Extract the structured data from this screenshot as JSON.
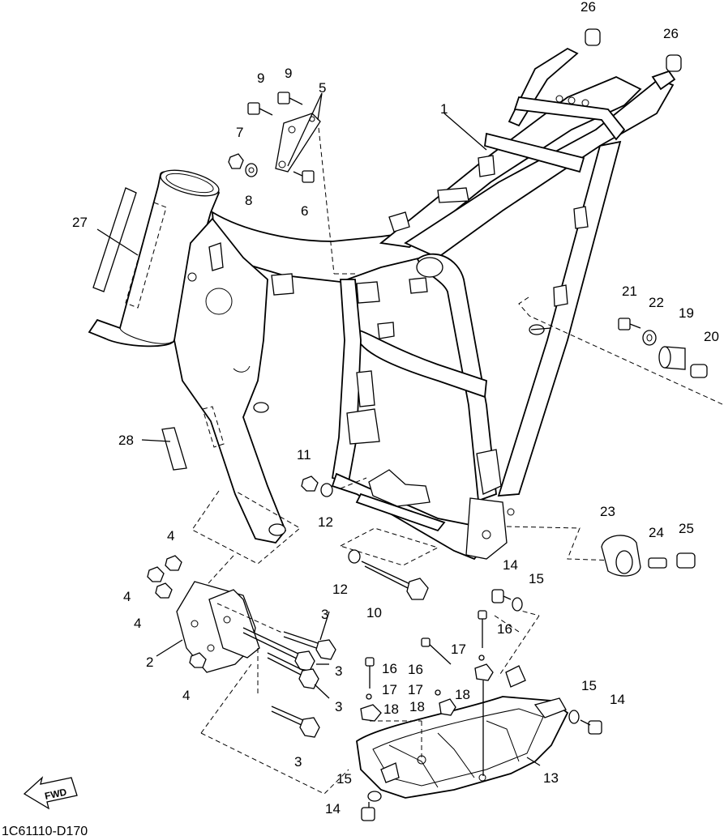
{
  "diagram": {
    "code": "1C61110-D170",
    "fwd_label": "FWD",
    "callouts": [
      {
        "id": "c26a",
        "text": "26"
      },
      {
        "id": "c26b",
        "text": "26"
      },
      {
        "id": "c1",
        "text": "1"
      },
      {
        "id": "c5",
        "text": "5"
      },
      {
        "id": "c9a",
        "text": "9"
      },
      {
        "id": "c9b",
        "text": "9"
      },
      {
        "id": "c7",
        "text": "7"
      },
      {
        "id": "c8",
        "text": "8"
      },
      {
        "id": "c6",
        "text": "6"
      },
      {
        "id": "c27",
        "text": "27"
      },
      {
        "id": "c28",
        "text": "28"
      },
      {
        "id": "c21",
        "text": "21"
      },
      {
        "id": "c22",
        "text": "22"
      },
      {
        "id": "c19",
        "text": "19"
      },
      {
        "id": "c20",
        "text": "20"
      },
      {
        "id": "c11",
        "text": "11"
      },
      {
        "id": "c12a",
        "text": "12"
      },
      {
        "id": "c12b",
        "text": "12"
      },
      {
        "id": "c10",
        "text": "10"
      },
      {
        "id": "c23",
        "text": "23"
      },
      {
        "id": "c24",
        "text": "24"
      },
      {
        "id": "c25",
        "text": "25"
      },
      {
        "id": "c4a",
        "text": "4"
      },
      {
        "id": "c4b",
        "text": "4"
      },
      {
        "id": "c4c",
        "text": "4"
      },
      {
        "id": "c4d",
        "text": "4"
      },
      {
        "id": "c2",
        "text": "2"
      },
      {
        "id": "c3a",
        "text": "3"
      },
      {
        "id": "c3b",
        "text": "3"
      },
      {
        "id": "c3c",
        "text": "3"
      },
      {
        "id": "c3d",
        "text": "3"
      },
      {
        "id": "c14a",
        "text": "14"
      },
      {
        "id": "c15a",
        "text": "15"
      },
      {
        "id": "c16a",
        "text": "16"
      },
      {
        "id": "c17a",
        "text": "17"
      },
      {
        "id": "c16b",
        "text": "16"
      },
      {
        "id": "c16c",
        "text": "16"
      },
      {
        "id": "c17b",
        "text": "17"
      },
      {
        "id": "c17c",
        "text": "17"
      },
      {
        "id": "c18a",
        "text": "18"
      },
      {
        "id": "c18b",
        "text": "18"
      },
      {
        "id": "c18c",
        "text": "18"
      },
      {
        "id": "c15b",
        "text": "15"
      },
      {
        "id": "c14b",
        "text": "14"
      },
      {
        "id": "c13",
        "text": "13"
      },
      {
        "id": "c15c",
        "text": "15"
      },
      {
        "id": "c14c",
        "text": "14"
      }
    ]
  }
}
